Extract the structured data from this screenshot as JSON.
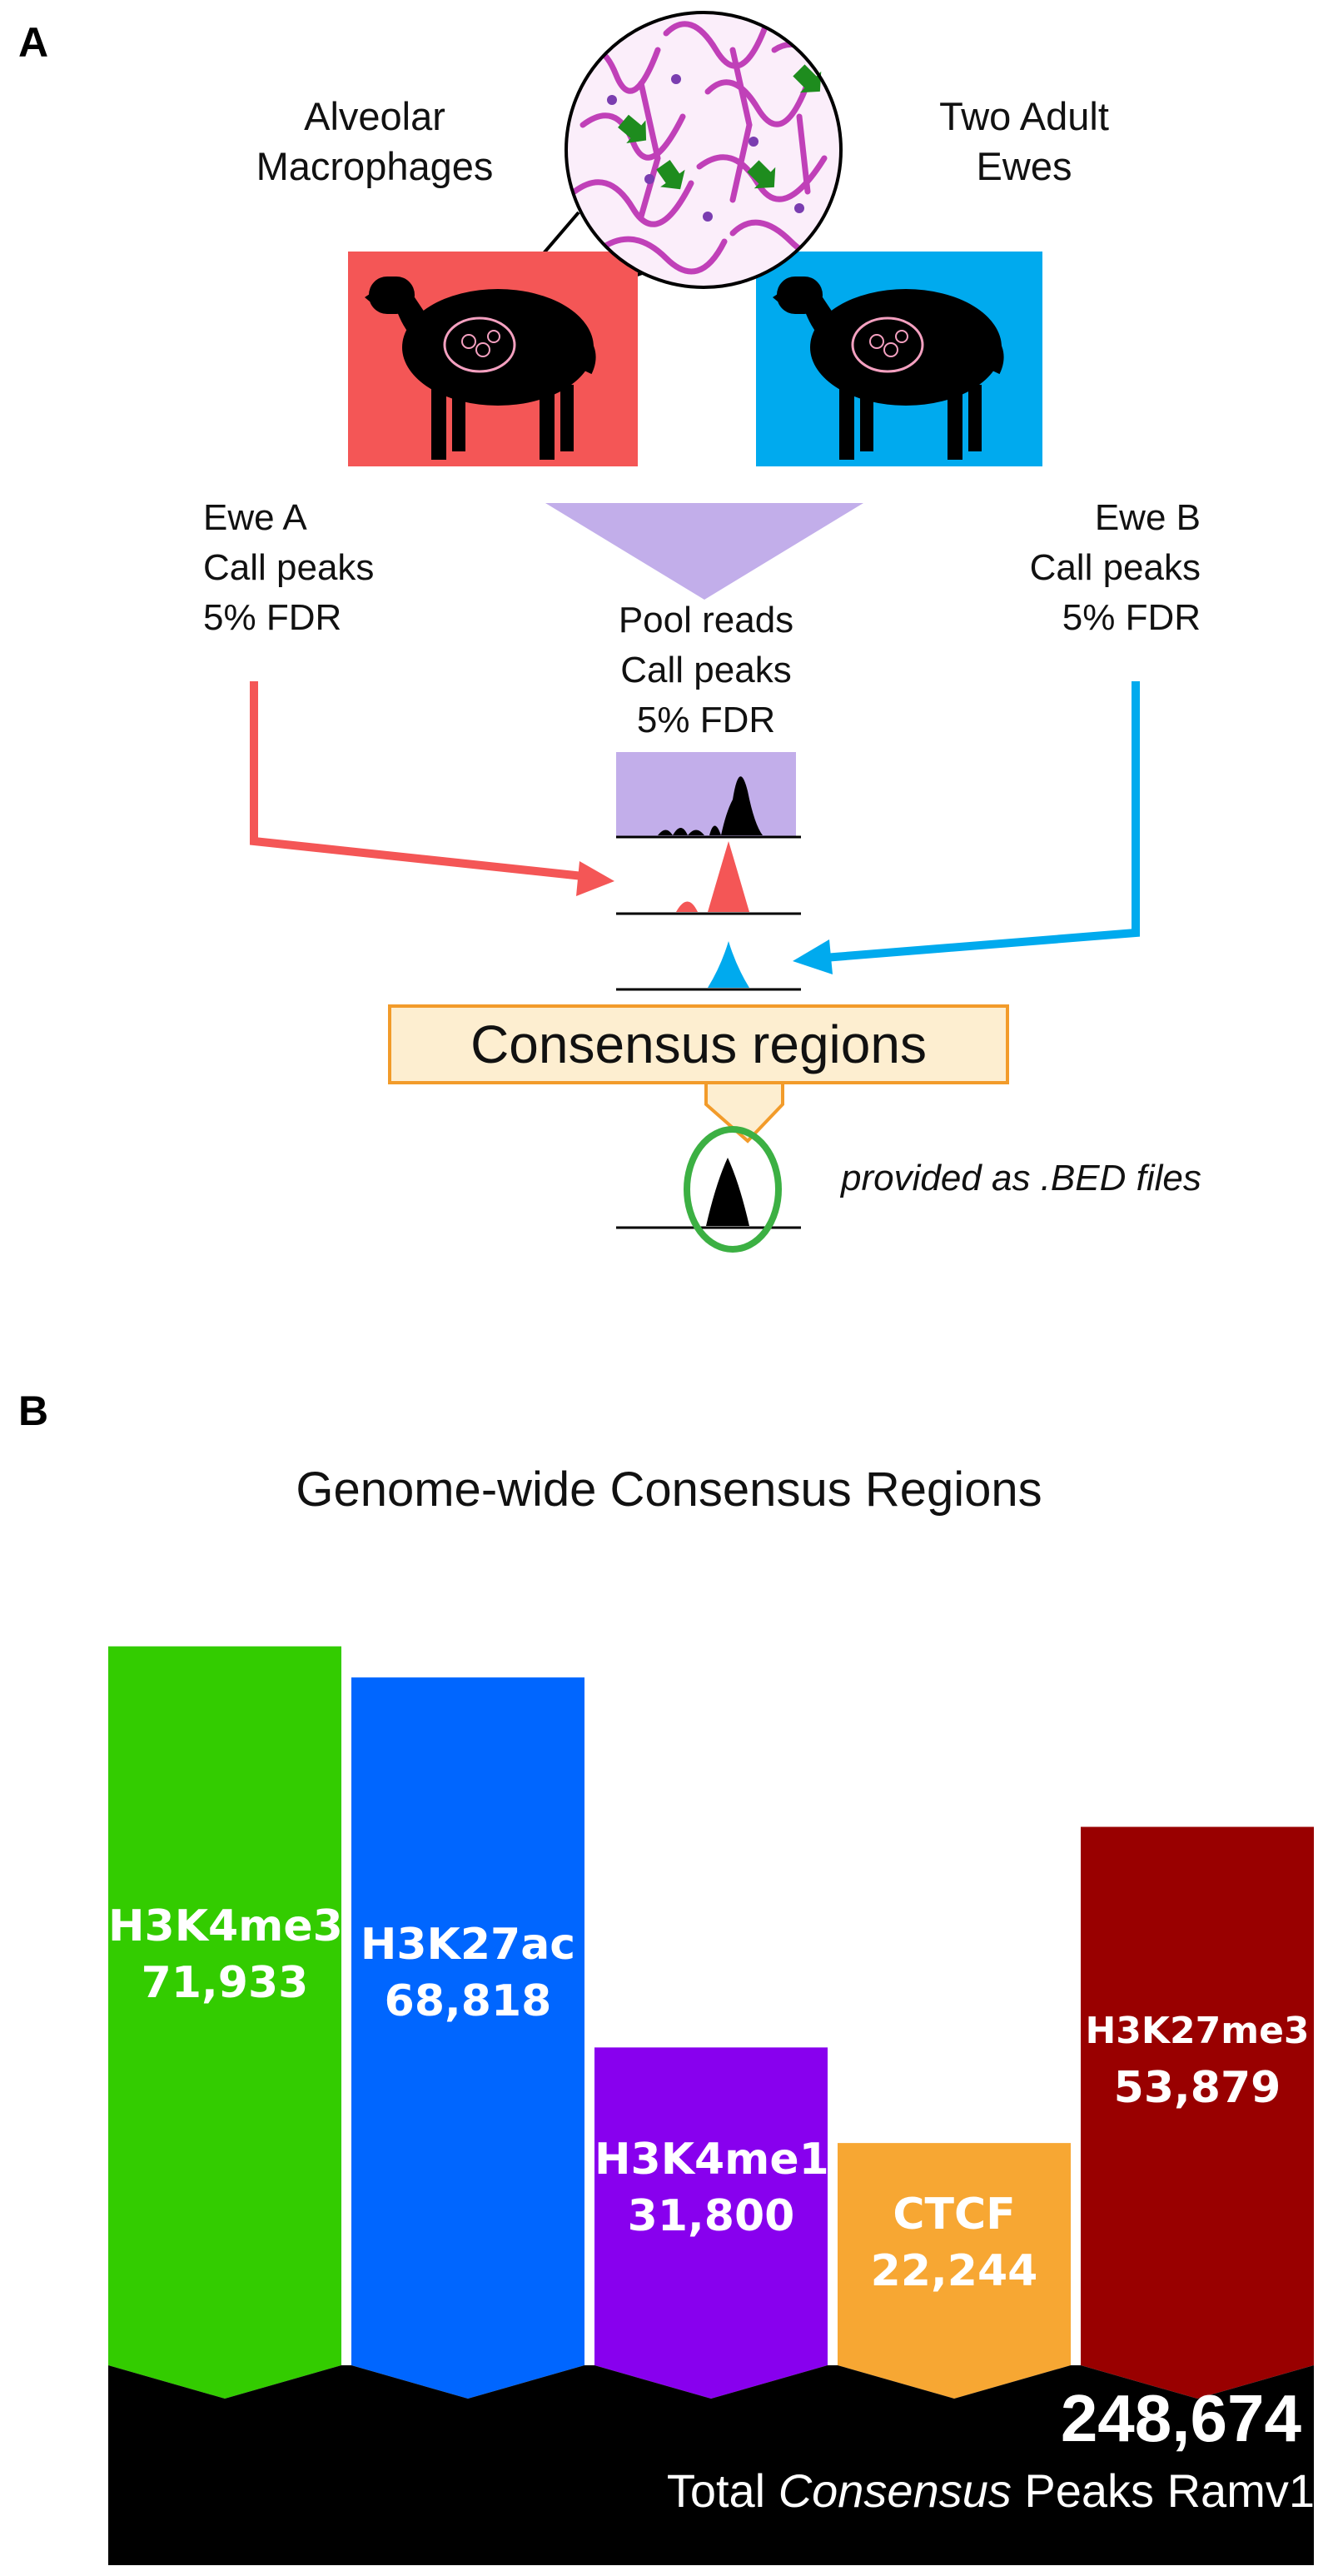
{
  "panelA": {
    "letter": "A",
    "left_label_line1": "Alveolar",
    "left_label_line2": "Macrophages",
    "right_label_line1": "Two Adult",
    "right_label_line2": "Ewes",
    "ewe_a": {
      "line1": "Ewe A",
      "line2": "Call peaks",
      "line3": "5% FDR"
    },
    "ewe_b": {
      "line1": "Ewe B",
      "line2": "Call peaks",
      "line3": "5% FDR"
    },
    "pool": {
      "line1": "Pool reads",
      "line2": "Call peaks",
      "line3": "5% FDR"
    },
    "consensus_label": "Consensus regions",
    "output_note": "provided as .BED files",
    "colors": {
      "ewe_a": "#f45656",
      "ewe_b": "#00aaee",
      "pool": "#c2aeea",
      "consensus": "#f29b2a",
      "circle": "#3cb043"
    }
  },
  "panelB": {
    "letter": "B",
    "total_value": "248,674",
    "total_caption_pre": "Total ",
    "total_caption_em": "Consensus",
    "total_caption_post": " Peaks Ramv1"
  },
  "chart_data": {
    "type": "bar",
    "title": "Genome-wide Consensus Regions",
    "categories": [
      "H3K4me3",
      "H3K27ac",
      "H3K4me1",
      "CTCF",
      "H3K27me3"
    ],
    "values": [
      71933,
      68818,
      31800,
      22244,
      53879
    ],
    "value_labels": [
      "71,933",
      "68,818",
      "31,800",
      "22,244",
      "53,879"
    ],
    "colors": [
      "#33cc00",
      "#0066ff",
      "#8800ee",
      "#f7a733",
      "#990000"
    ],
    "total": 248674,
    "ylim": [
      0,
      75000
    ],
    "grid": false,
    "legend": "none"
  }
}
